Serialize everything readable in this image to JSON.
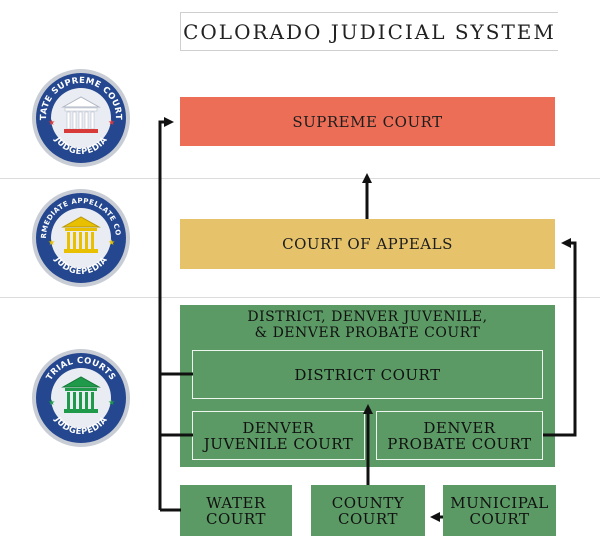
{
  "title": "Colorado Judicial System",
  "courts": {
    "supreme": "Supreme Court",
    "appeals": "Court of Appeals",
    "group_label_1": "District, Denver Juvenile,",
    "group_label_2": "& Denver Probate Court",
    "district": "District Court",
    "juvenile_1": "Denver",
    "juvenile_2": "Juvenile Court",
    "probate_1": "Denver",
    "probate_2": "Probate Court",
    "water_1": "Water",
    "water_2": "Court",
    "county_1": "County",
    "county_2": "Court",
    "municipal_1": "Municipal",
    "municipal_2": "Court"
  },
  "badges": [
    {
      "ring_text": "STATE SUPREME COURTS",
      "bottom_text": "JUDGEPEDIA",
      "pillar_color": "#ffffff",
      "base_color": "#d83a3a"
    },
    {
      "ring_text": "INTERMEDIATE APPELLATE COURTS",
      "bottom_text": "JUDGEPEDIA",
      "pillar_color": "#e8c000",
      "base_color": "#e8c000"
    },
    {
      "ring_text": "TRIAL COURTS",
      "bottom_text": "JUDGEPEDIA",
      "pillar_color": "#1f9a4a",
      "base_color": "#1f9a4a"
    }
  ],
  "colors": {
    "supreme": "#ec6e57",
    "appeals": "#e6c36b",
    "trial": "#5b9a64",
    "badge_blue": "#24478f"
  }
}
